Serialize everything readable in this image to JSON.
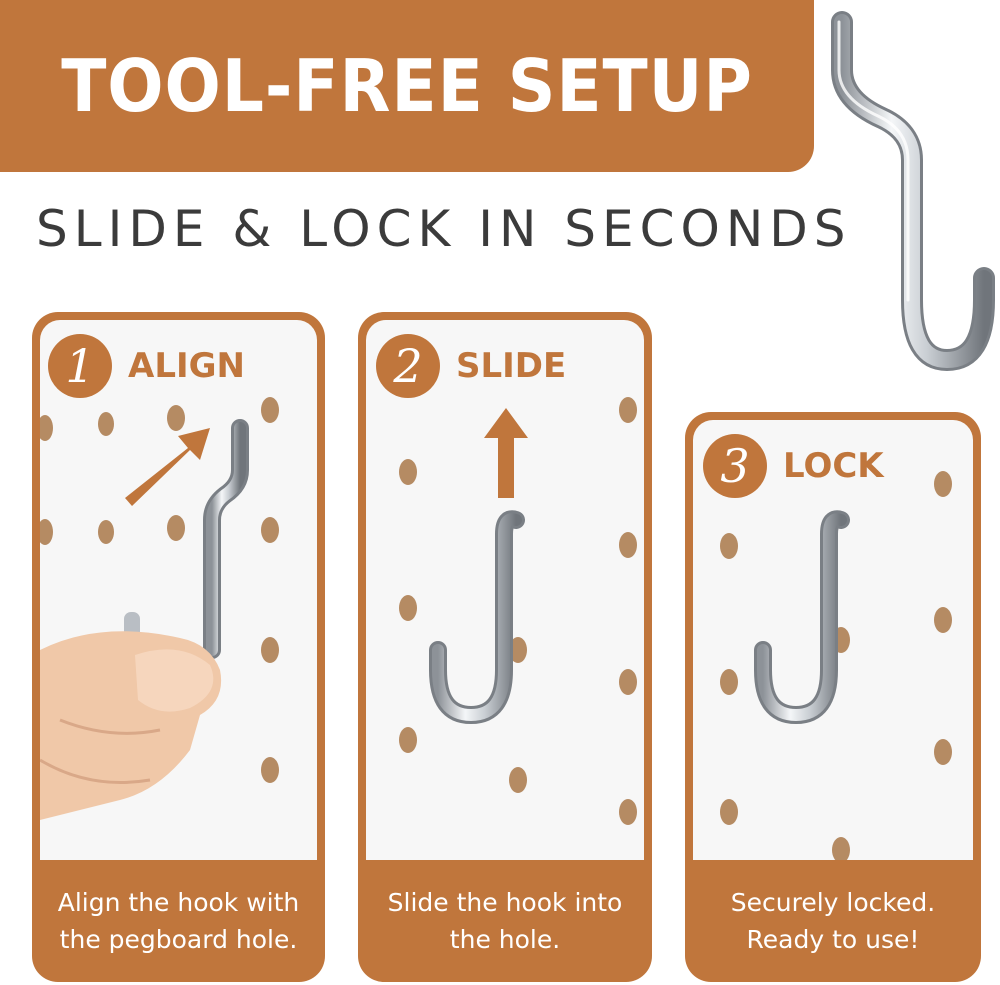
{
  "header": {
    "title": "TOOL-FREE SETUP",
    "subtitle": "SLIDE & LOCK IN SECONDS"
  },
  "colors": {
    "accent": "#c0763c",
    "board": "#f7f7f7",
    "hole": "#b58b63",
    "text_dark": "#3b3b3b"
  },
  "steps": [
    {
      "number": "1",
      "label": "ALIGN",
      "caption_line1": "Align the hook with",
      "caption_line2": "the pegboard hole.",
      "arrow": "arrow-up-right-icon"
    },
    {
      "number": "2",
      "label": "SLIDE",
      "caption_line1": "Slide the hook into",
      "caption_line2": "the hole.",
      "arrow": "arrow-up-icon"
    },
    {
      "number": "3",
      "label": "LOCK",
      "caption_line1": "Securely locked.",
      "caption_line2": "Ready to use!"
    }
  ]
}
